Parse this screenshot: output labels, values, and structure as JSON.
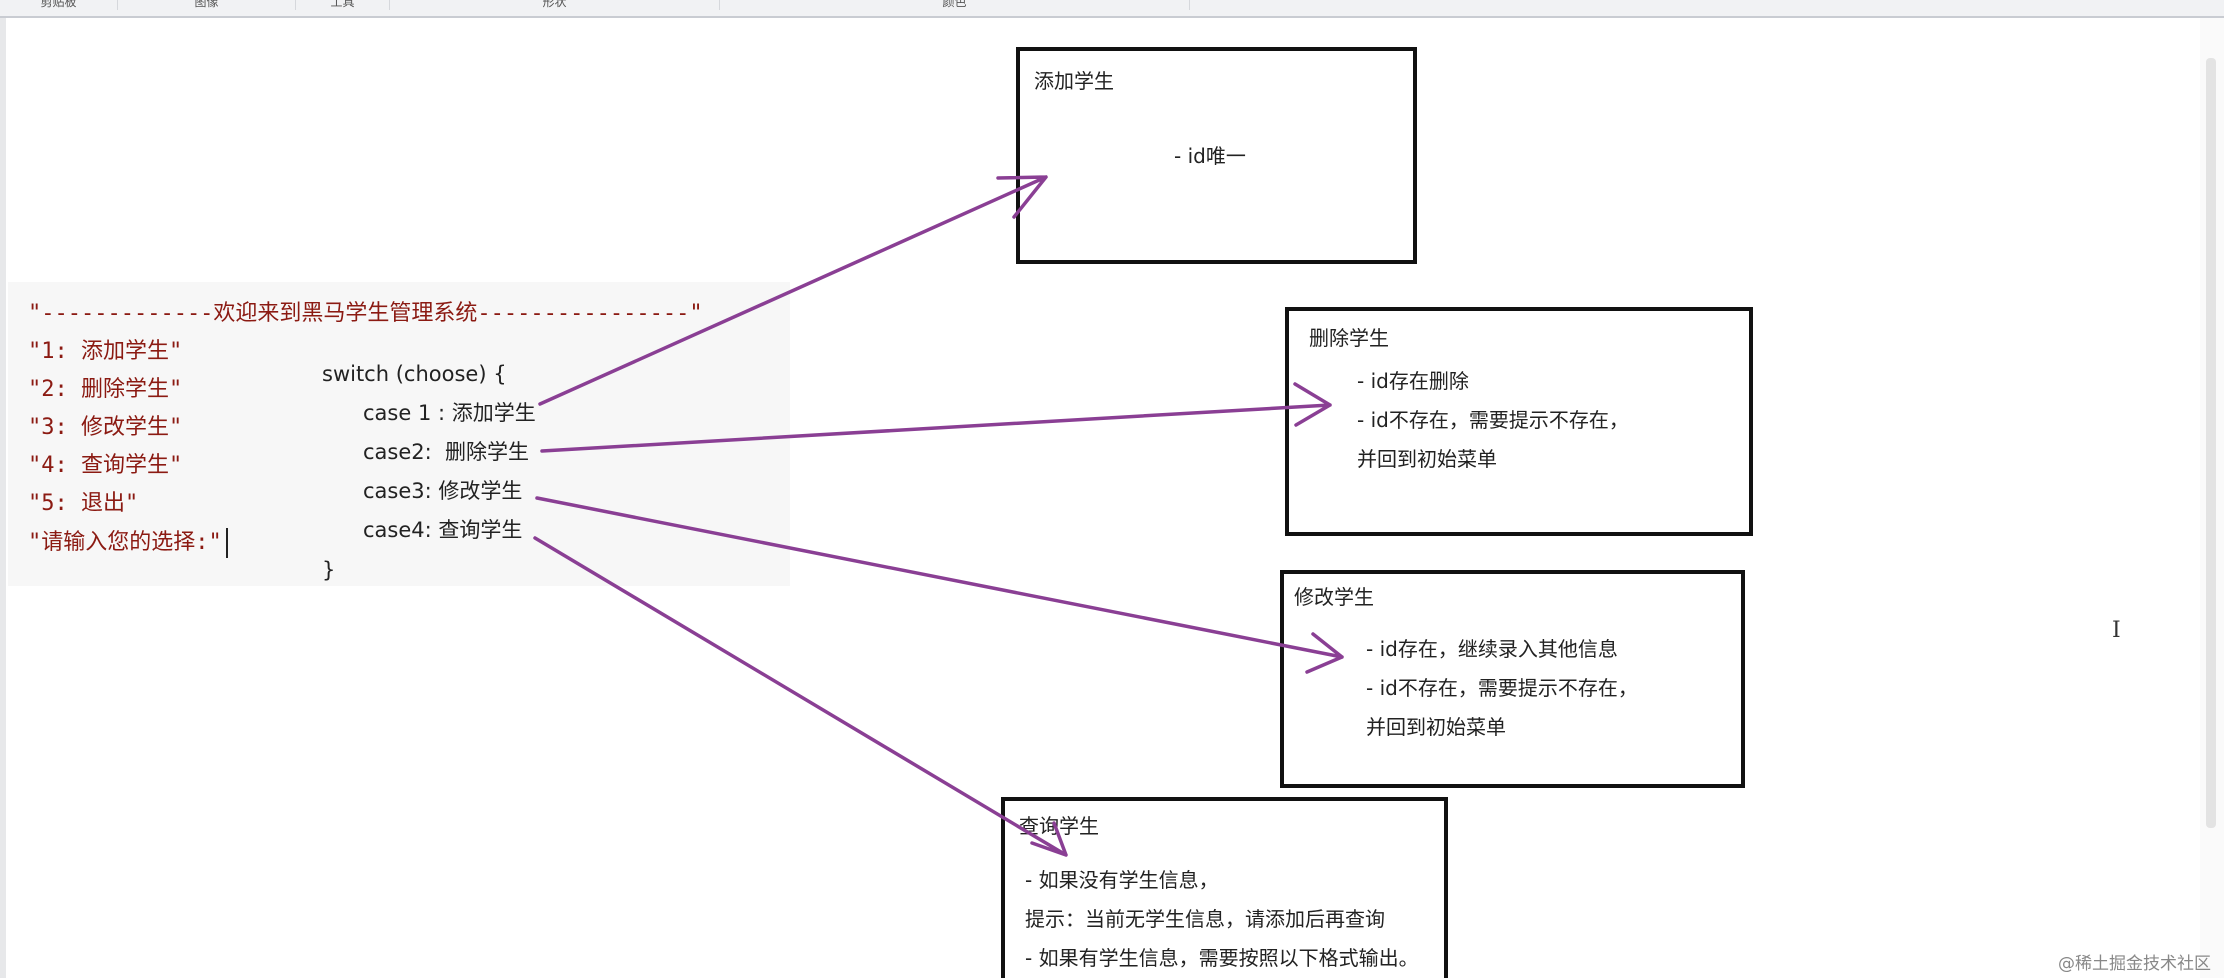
{
  "ribbon": {
    "groups": [
      "剪贴板",
      "图像",
      "工具",
      "形状",
      "颜色"
    ]
  },
  "code": {
    "lines": [
      "\"-------------欢迎来到黑马学生管理系统----------------\"",
      "\"1: 添加学生\"",
      "\"2: 删除学生\"",
      "\"3: 修改学生\"",
      "\"4: 查询学生\"",
      "\"5: 退出\"",
      "\"请输入您的选择:\""
    ]
  },
  "switch": {
    "header": "switch (choose) {",
    "cases": [
      "case 1 : 添加学生",
      "case2:  删除学生",
      "case3: 修改学生",
      "case4: 查询学生"
    ],
    "closing": "}"
  },
  "boxes": {
    "add": {
      "title": "添加学生",
      "lines": [
        "- id唯一"
      ]
    },
    "delete": {
      "title": "删除学生",
      "lines": [
        "- id存在删除",
        "- id不存在，需要提示不存在，",
        "并回到初始菜单"
      ]
    },
    "modify": {
      "title": "修改学生",
      "lines": [
        "- id存在，继续录入其他信息",
        "- id不存在，需要提示不存在，",
        "并回到初始菜单"
      ]
    },
    "query": {
      "title": "查询学生",
      "lines": [
        "- 如果没有学生信息，",
        "提示：当前无学生信息，请添加后再查询",
        "- 如果有学生信息，需要按照以下格式输出。"
      ]
    }
  },
  "cursor_glyph": "I",
  "watermark": "@稀土掘金技术社区",
  "colors": {
    "code_text": "#8b1a12",
    "arrow": "#8a3f94",
    "box_border": "#111111"
  }
}
